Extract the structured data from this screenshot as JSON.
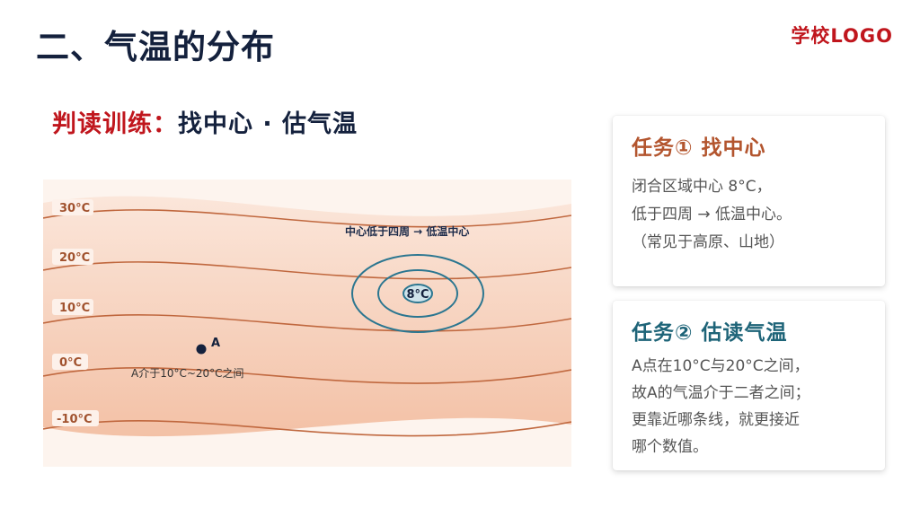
{
  "header": {
    "title": "二、气温的分布",
    "logo": "学校LOGO"
  },
  "subtitle": {
    "prefix": "判读训练：",
    "main": "找中心 · 估气温"
  },
  "diagram": {
    "isotherms": [
      {
        "label": "30°C"
      },
      {
        "label": "20°C"
      },
      {
        "label": "10°C"
      },
      {
        "label": "0°C"
      },
      {
        "label": "-10°C"
      }
    ],
    "center_value": "8°C",
    "center_note": "中心低于四周 → 低温中心",
    "point_label": "A",
    "point_note": "A介于10°C~20°C之间",
    "colors": {
      "band_warm": "#fbe6da",
      "band_cool": "#f3c1a6",
      "isotherm": "#c0683f",
      "contour": "#2b7690",
      "label_text": "#a1522e"
    }
  },
  "cards": [
    {
      "title": "任务① 找中心",
      "lines": [
        "闭合区域中心 8°C，",
        "低于四周 → 低温中心。",
        "（常见于高原、山地）"
      ]
    },
    {
      "title": "任务② 估读气温",
      "lines": [
        "A点在10°C与20°C之间，",
        "故A的气温介于二者之间；",
        "更靠近哪条线，就更接近",
        "哪个数值。"
      ]
    }
  ]
}
